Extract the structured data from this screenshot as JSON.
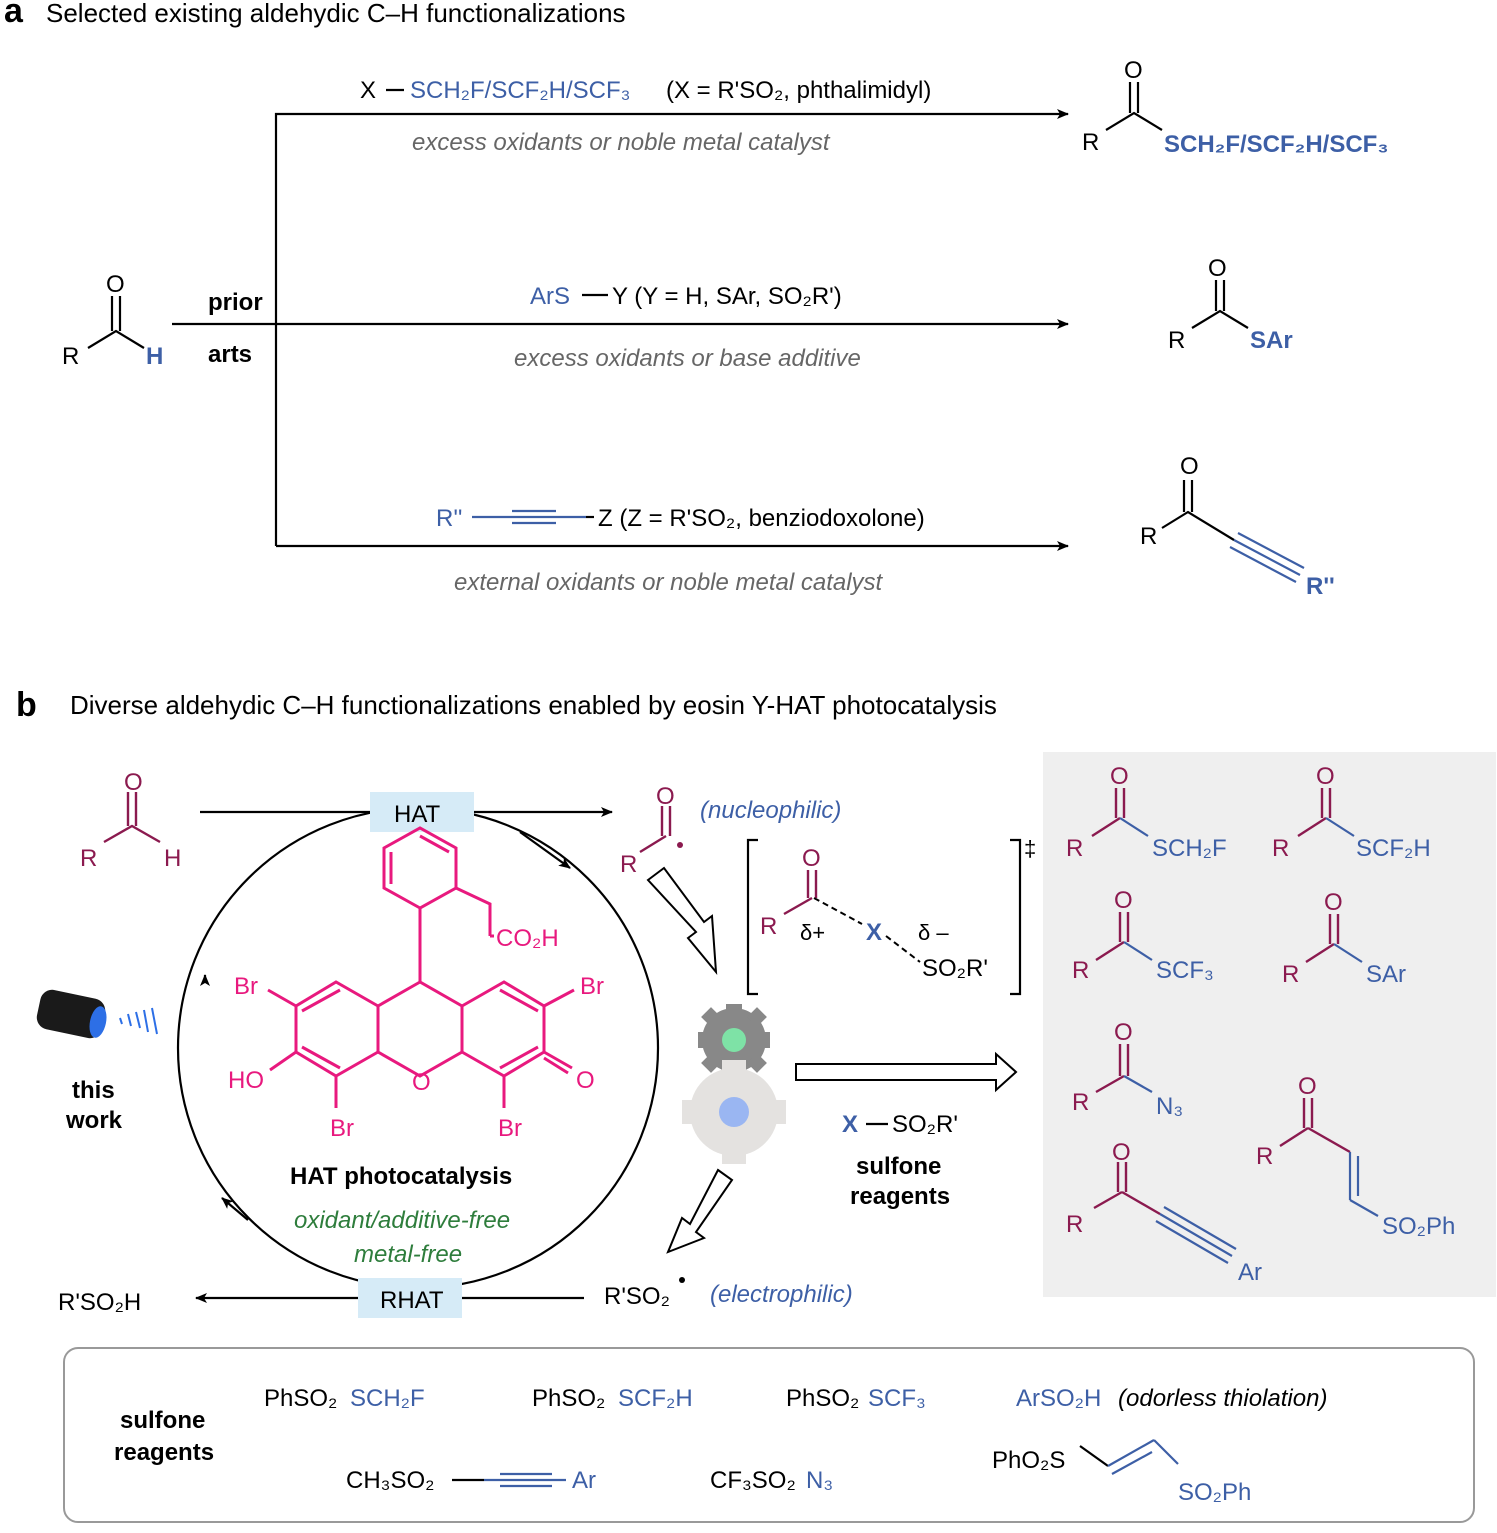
{
  "panel_a": {
    "letter": "a",
    "title": "Selected existing aldehydic C–H functionalizations",
    "start": {
      "o": "O",
      "r": "R",
      "h": "H"
    },
    "prior": "prior",
    "arts": "arts",
    "row1": {
      "reagent_x": "X",
      "reagent_main": "SCH₂F/SCF₂H/SCF₃",
      "reagent_note": "(X = R'SO₂, phthalimidyl)",
      "condition": "excess oxidants or noble metal catalyst",
      "product_o": "O",
      "product_r": "R",
      "product_group": "SCH₂F/SCF₂H/SCF₃"
    },
    "row2": {
      "reagent_main": "ArS",
      "reagent_y": "Y (Y = H, SAr, SO₂R')",
      "condition": "excess oxidants or base additive",
      "product_o": "O",
      "product_r": "R",
      "product_group": "SAr"
    },
    "row3": {
      "reagent_main": "R''",
      "reagent_z": "Z  (Z = R'SO₂, benziodoxolone)",
      "condition": "external oxidants or noble metal catalyst",
      "product_o": "O",
      "product_r": "R",
      "product_group": "R''"
    }
  },
  "panel_b": {
    "letter": "b",
    "title": "Diverse aldehydic C–H functionalizations enabled by eosin Y-HAT photocatalysis",
    "start": {
      "o": "O",
      "r": "R",
      "h": "H"
    },
    "hat_box": "HAT",
    "rhat_box": "RHAT",
    "acyl_o": "O",
    "acyl_r": "R",
    "nucleophilic": "(nucleophilic)",
    "electrophilic": "(electrophilic)",
    "sulfonyl_radical": "R'SO₂",
    "sulfinic_acid": "R'SO₂H",
    "light_label_1": "this",
    "light_label_2": "work",
    "catalyst": {
      "co2h": "CO₂H",
      "br1": "Br",
      "br2": "Br",
      "br3": "Br",
      "br4": "Br",
      "ho": "HO",
      "o_ring": "O",
      "o_keto": "O",
      "name": "HAT photocatalysis",
      "feature_1": "oxidant/additive-free",
      "feature_2": "metal-free"
    },
    "ts": {
      "o": "O",
      "r": "R",
      "delta_plus": "δ+",
      "x": "X",
      "delta_minus": "δ –",
      "so2r": "SO₂R'",
      "dagger": "‡"
    },
    "reagent_x": "X",
    "reagent_so2r": "SO₂R'",
    "reagent_label_1": "sulfone",
    "reagent_label_2": "reagents",
    "products": [
      {
        "o": "O",
        "r": "R",
        "group": "SCH₂F"
      },
      {
        "o": "O",
        "r": "R",
        "group": "SCF₂H"
      },
      {
        "o": "O",
        "r": "R",
        "group": "SCF₃"
      },
      {
        "o": "O",
        "r": "R",
        "group": "SAr"
      },
      {
        "o": "O",
        "r": "R",
        "group": "N₃"
      },
      {
        "o": "O",
        "r": "R",
        "group": "SO₂Ph"
      },
      {
        "o": "O",
        "r": "R",
        "group": "Ar"
      }
    ]
  },
  "reagent_box": {
    "label_1": "sulfone",
    "label_2": "reagents",
    "r1_black": "PhSO₂",
    "r1_blue": "SCH₂F",
    "r2_black": "PhSO₂",
    "r2_blue": "SCF₂H",
    "r3_black": "PhSO₂",
    "r3_blue": "SCF₃",
    "r4_blue": "ArSO₂H",
    "r4_note": "(odorless  thiolation)",
    "r5_black": "CH₃SO₂",
    "r5_blue": "Ar",
    "r6_black": "CF₃SO₂",
    "r6_blue": "N₃",
    "r7_black": "PhO₂S",
    "r7_blue": "SO₂Ph"
  },
  "colors": {
    "blue": "#3d5fa6",
    "magenta": "#8b1a4f",
    "pink": "#e8197e",
    "green": "#2e7d3c",
    "gray_text": "#666666",
    "hat_box": "#d6ebf7",
    "product_panel": "#efefef"
  }
}
